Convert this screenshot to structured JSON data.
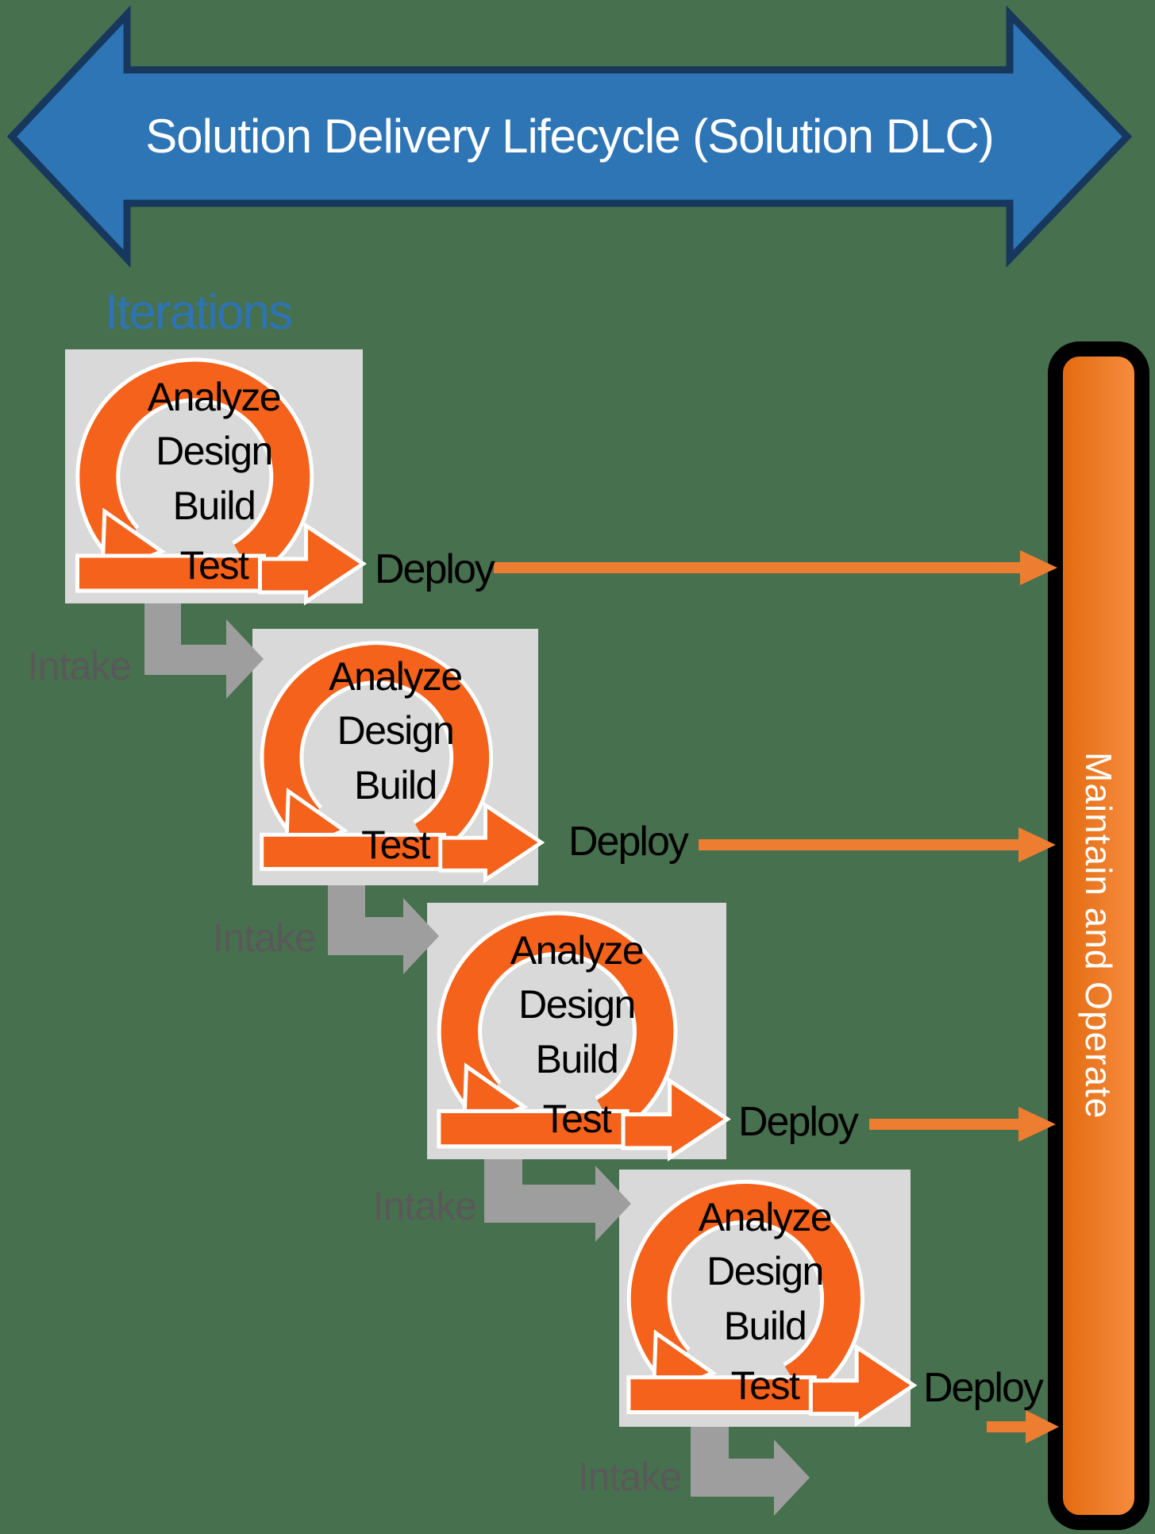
{
  "colors": {
    "background": "#47704E",
    "banner_fill": "#2E75B6",
    "banner_border": "#17375D",
    "title_color": "#FFFFFF",
    "iterations_label_color": "#2E74B5",
    "box_fill": "#D9D9D9",
    "icon_orange": "#F4621C",
    "arrow_orange": "#ED7D31",
    "intake_arrow_gray": "#9E9E9E",
    "intake_text_gray": "#595959",
    "step_text_color": "#000000",
    "deploy_text_color": "#000000",
    "bar_gradient_left": "#E36B10",
    "bar_gradient_right": "#F68C3E",
    "bar_border": "#000000",
    "bar_text_color": "#FFFFFF"
  },
  "banner": {
    "title": "Solution Delivery Lifecycle (Solution DLC)"
  },
  "iterations_label": "Iterations",
  "iterations": [
    {
      "steps": [
        "Analyze",
        "Design",
        "Build",
        "Test"
      ],
      "deploy_label": "Deploy",
      "intake_label": "Intake"
    },
    {
      "steps": [
        "Analyze",
        "Design",
        "Build",
        "Test"
      ],
      "deploy_label": "Deploy",
      "intake_label": "Intake"
    },
    {
      "steps": [
        "Analyze",
        "Design",
        "Build",
        "Test"
      ],
      "deploy_label": "Deploy",
      "intake_label": "Intake"
    },
    {
      "steps": [
        "Analyze",
        "Design",
        "Build",
        "Test"
      ],
      "deploy_label": "Deploy",
      "intake_label": "Intake"
    }
  ],
  "maintain_bar": {
    "label": "Maintain and Operate"
  }
}
